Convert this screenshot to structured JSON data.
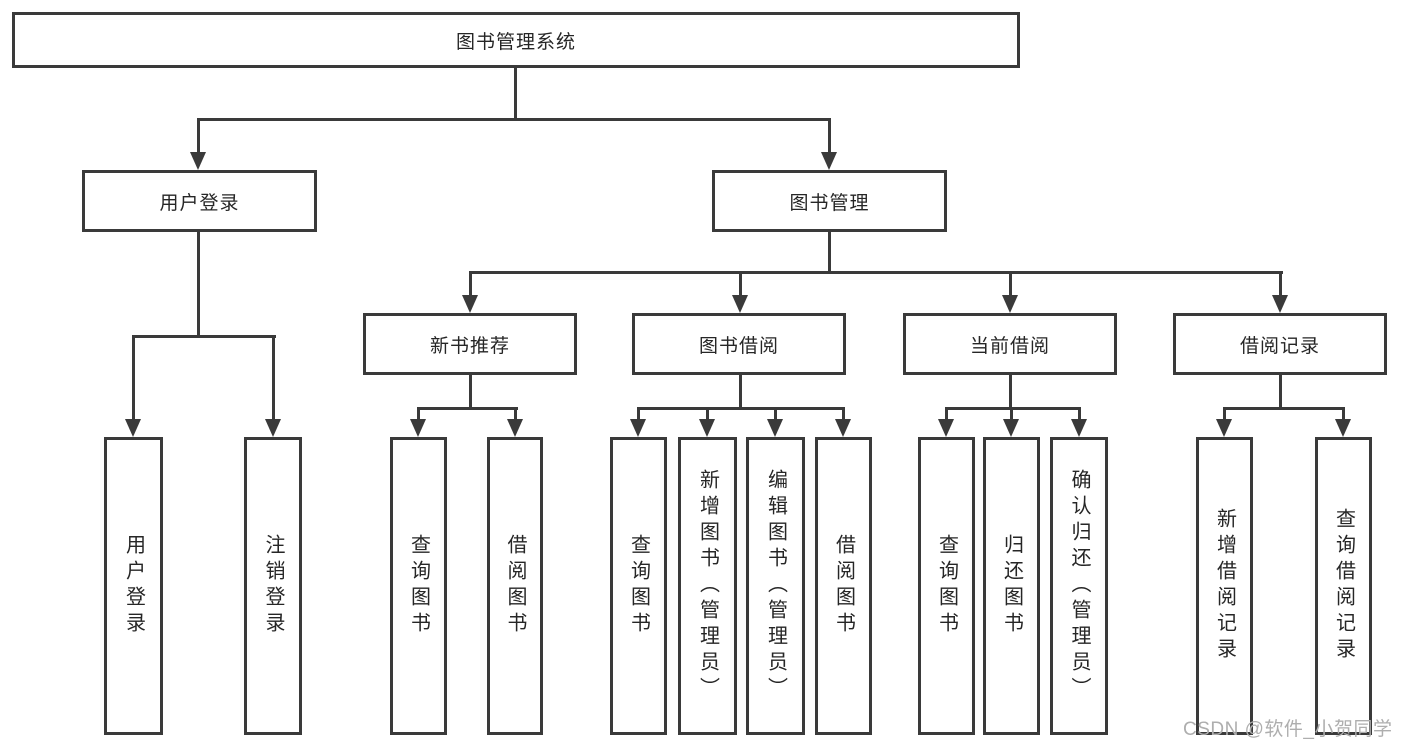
{
  "title": "图书管理系统",
  "tree": {
    "root": "图书管理系统",
    "branches": [
      {
        "label": "用户登录",
        "children": [
          "用户登录",
          "注销登录"
        ]
      },
      {
        "label": "图书管理",
        "children": [
          {
            "label": "新书推荐",
            "children": [
              "查询图书",
              "借阅图书"
            ]
          },
          {
            "label": "图书借阅",
            "children": [
              "查询图书",
              "新增图书（管理员）",
              "编辑图书（管理员）",
              "借阅图书"
            ]
          },
          {
            "label": "当前借阅",
            "children": [
              "查询图书",
              "归还图书",
              "确认归还（管理员）"
            ]
          },
          {
            "label": "借阅记录",
            "children": [
              "新增借阅记录",
              "查询借阅记录"
            ]
          }
        ]
      }
    ]
  },
  "watermark": "CSDN @软件_小贺同学",
  "colors": {
    "line": "#3a3a3a",
    "text": "#262626",
    "watermark": "#aeaeae",
    "background": "#ffffff"
  }
}
